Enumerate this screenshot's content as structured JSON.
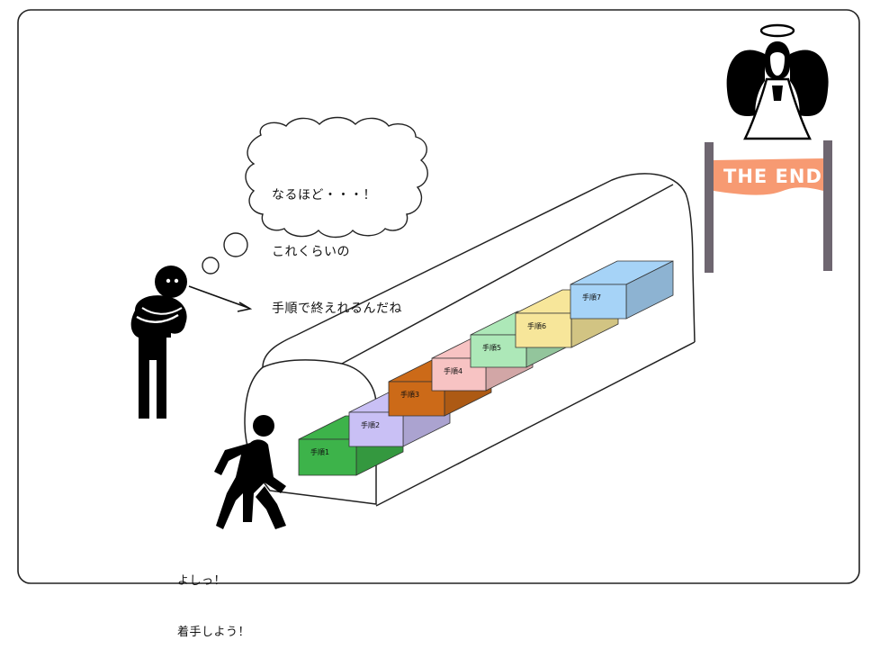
{
  "thought": {
    "lines": [
      "なるほど・・・！",
      "これくらいの",
      "手順で終えれるんだね"
    ]
  },
  "speech": {
    "lines": [
      "よしっ！",
      "着手しよう！"
    ]
  },
  "banner": {
    "text": "THE END",
    "color": "#f79a72"
  },
  "steps": [
    {
      "label": "手順1",
      "color": "#3db34a"
    },
    {
      "label": "手順2",
      "color": "#c9c0f5"
    },
    {
      "label": "手順3",
      "color": "#cc6a18"
    },
    {
      "label": "手順4",
      "color": "#f7c3c3"
    },
    {
      "label": "手順5",
      "color": "#ade8b8"
    },
    {
      "label": "手順6",
      "color": "#f7e69a"
    },
    {
      "label": "手順7",
      "color": "#a6d3f7"
    }
  ]
}
